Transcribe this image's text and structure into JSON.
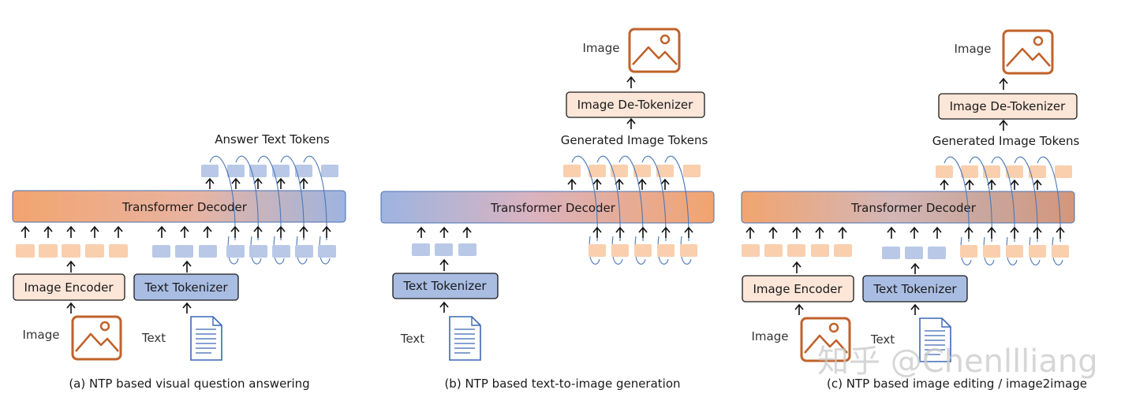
{
  "colors": {
    "orange_token": "#f9cfae",
    "blue_token": "#b9c8e6",
    "orange_box": "#fbe6d8",
    "blue_box": "#a9bde3",
    "orange_strong": "#f2a46f",
    "blue_strong": "#9db4e0",
    "icon_orange": "#c0622a",
    "icon_blue": "#3b68b5"
  },
  "panels": [
    {
      "caption": "(a) NTP based visual question answering",
      "decoder": "Transformer Decoder",
      "encoder": "Image Encoder",
      "tokenizer": "Text Tokenizer",
      "image_label": "Image",
      "text_label": "Text",
      "output_label": "Answer Text Tokens"
    },
    {
      "caption": "(b) NTP based text-to-image generation",
      "decoder": "Transformer Decoder",
      "tokenizer": "Text Tokenizer",
      "detokenizer": "Image De-Tokenizer",
      "text_label": "Text",
      "output_label": "Generated Image Tokens",
      "image_label": "Image"
    },
    {
      "caption": "(c) NTP based image editing / image2image",
      "decoder": "Transformer Decoder",
      "encoder": "Image Encoder",
      "tokenizer": "Text Tokenizer",
      "detokenizer": "Image De-Tokenizer",
      "image_label": "Image",
      "text_label": "Text",
      "output_label": "Generated Image Tokens",
      "output_image_label": "Image"
    }
  ],
  "watermark": "知乎 @Chenllliang"
}
